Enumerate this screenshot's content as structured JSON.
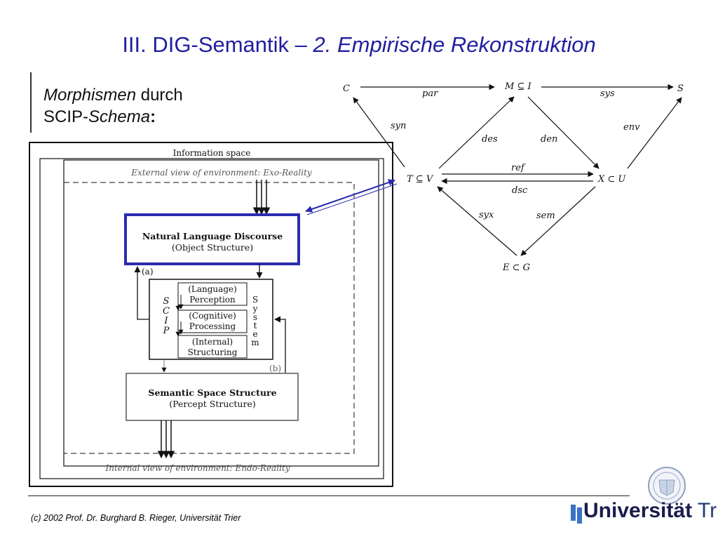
{
  "slide": {
    "title_plain": "III. DIG-Semantik – ",
    "title_italic": "2. Empirische Rekonstruktion",
    "subtitle_italic1": "Morphismen",
    "subtitle_text1": " durch",
    "subtitle_text2": "SCIP-",
    "subtitle_italic2": "Schema",
    "subtitle_colon": ":"
  },
  "left_diagram": {
    "information_space": "Information space",
    "exo_reality": "External view of environment: Exo-Reality",
    "nld_title": "Natural Language Discourse",
    "nld_sub": "(Object Structure)",
    "label_a": "(a)",
    "label_b": "(b)",
    "scip": [
      "S",
      "C",
      "I",
      "P"
    ],
    "system": [
      "S",
      "y",
      "s",
      "t",
      "e",
      "m"
    ],
    "perception_1": "(Language)",
    "perception_2": "Perception",
    "processing_1": "(Cognitive)",
    "processing_2": "Processing",
    "structuring_1": "(Internal)",
    "structuring_2": "Structuring",
    "sss_title": "Semantic Space Structure",
    "sss_sub": "(Percept Structure)",
    "endo_reality": "Internal view of environment: Endo-Reality"
  },
  "right_diagram": {
    "nodes": {
      "C": "C",
      "M": "M ⊆ I",
      "S": "S",
      "T": "T ⊆ V",
      "X": "X ⊂ U",
      "E": "E ⊂ G"
    },
    "edges": {
      "par": "par",
      "sys": "sys",
      "syn": "syn",
      "des": "des",
      "den": "den",
      "env": "env",
      "ref": "ref",
      "dsc": "dsc",
      "syx": "syx",
      "sem": "sem"
    }
  },
  "footer": {
    "copyright": "(c) 2002  Prof. Dr. Burghard B. Rieger, Universität Trier",
    "logo_bold": "Universität",
    "logo_thin": " Trier"
  },
  "colors": {
    "title": "#1f1fa0",
    "highlight": "#2b2bb0",
    "logo_blue": "#3a72c4"
  }
}
